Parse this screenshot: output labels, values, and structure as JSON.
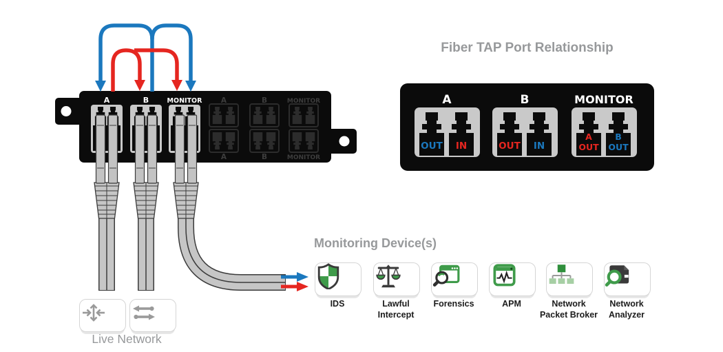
{
  "colors": {
    "blue": "#1b78be",
    "red": "#e52620",
    "green": "#3f9b4a",
    "dark_green": "#2f8f3c",
    "light_green": "#a6cfa4",
    "panel_black": "#0b0b0b",
    "frame_gray": "#c9c9c9",
    "dim_port": "#2c2c2c",
    "cable_gray": "#c6c6c6",
    "cable_edge": "#3b3b3b",
    "title_gray": "#97999b",
    "icon_dark": "#3a3a3a",
    "icon_gray": "#9a9a9a"
  },
  "tap_panel": {
    "active_ports": [
      {
        "label": "A"
      },
      {
        "label": "B"
      },
      {
        "label": "MONITOR"
      }
    ],
    "inactive_ports_top": [
      {
        "label": "A"
      },
      {
        "label": "B"
      },
      {
        "label": "MONITOR"
      }
    ],
    "inactive_ports_bottom": [
      {
        "label": "A"
      },
      {
        "label": "B"
      },
      {
        "label": "MONITOR"
      }
    ]
  },
  "relationship": {
    "title": "Fiber TAP Port Relationship",
    "groups": [
      {
        "label": "A",
        "ports": [
          {
            "lines": [
              "OUT"
            ],
            "color": "blue"
          },
          {
            "lines": [
              "IN"
            ],
            "color": "red"
          }
        ]
      },
      {
        "label": "B",
        "ports": [
          {
            "lines": [
              "OUT"
            ],
            "color": "red"
          },
          {
            "lines": [
              "IN"
            ],
            "color": "blue"
          }
        ]
      },
      {
        "label": "MONITOR",
        "ports": [
          {
            "lines": [
              "A",
              "OUT"
            ],
            "color": "red"
          },
          {
            "lines": [
              "B",
              "OUT"
            ],
            "color": "blue"
          }
        ]
      }
    ]
  },
  "monitoring": {
    "title": "Monitoring Device(s)",
    "devices": [
      {
        "label": "IDS",
        "icon": "shield-ids-icon"
      },
      {
        "label": "Lawful Intercept",
        "icon": "scales-icon"
      },
      {
        "label": "Forensics",
        "icon": "browser-search-icon"
      },
      {
        "label": "APM",
        "icon": "waveform-monitor-icon"
      },
      {
        "label": "Network Packet Broker",
        "icon": "tree-topology-icon"
      },
      {
        "label": "Network Analyzer",
        "icon": "disk-search-icon"
      }
    ]
  },
  "live_network": {
    "label": "Live Network",
    "icons": [
      "router-icon",
      "switch-icon"
    ]
  }
}
